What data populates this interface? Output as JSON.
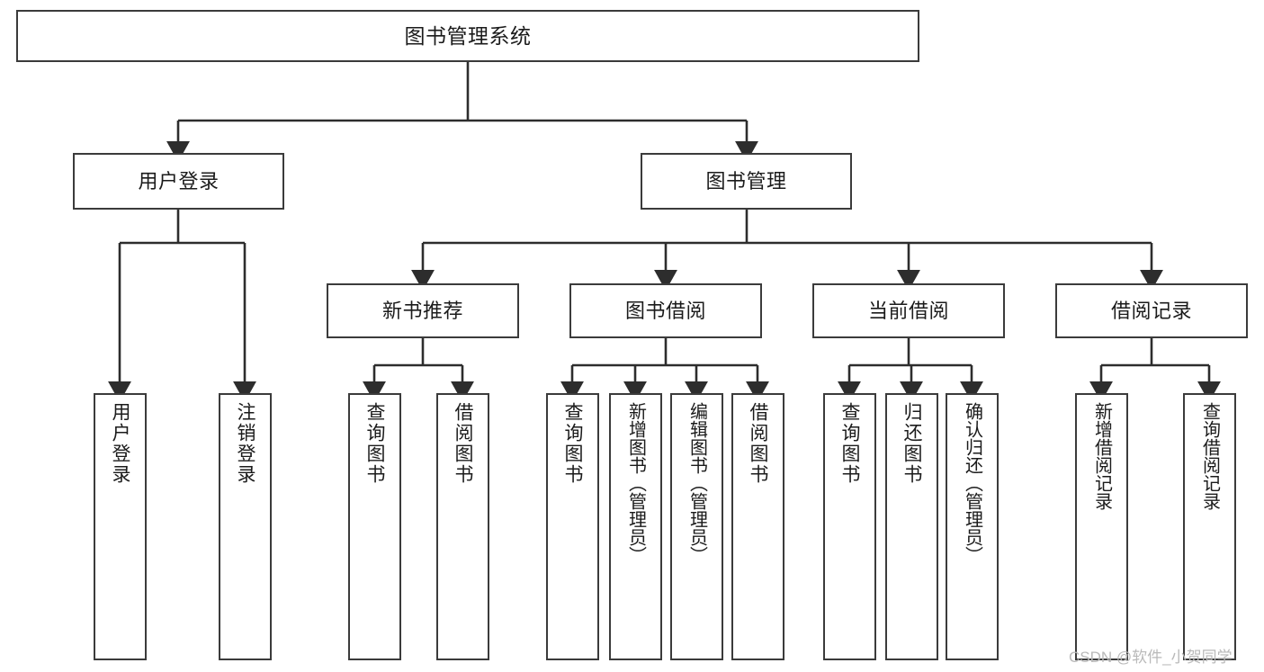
{
  "diagram": {
    "title": "图书管理系统",
    "type": "tree-hierarchy-chart",
    "orientation": "top-down",
    "colors": {
      "background": "#ffffff",
      "node_border": "#3b3b3b",
      "node_fill": "#ffffff",
      "edge": "#2d2d2d",
      "text": "#1b1b1b",
      "watermark": "#b9b9b9"
    }
  },
  "nodes": {
    "root": {
      "label": "图书管理系统"
    },
    "level1": [
      {
        "id": "user-login",
        "label": "用户登录"
      },
      {
        "id": "book-management",
        "label": "图书管理"
      }
    ],
    "level2": [
      {
        "id": "new-book-recommend",
        "label": "新书推荐"
      },
      {
        "id": "book-borrow",
        "label": "图书借阅"
      },
      {
        "id": "current-borrow",
        "label": "当前借阅"
      },
      {
        "id": "borrow-record",
        "label": "借阅记录"
      }
    ],
    "leaves": {
      "user-login": [
        {
          "id": "leaf-user-login",
          "label": "用户登录"
        },
        {
          "id": "leaf-user-logout",
          "label": "注销登录"
        }
      ],
      "new-book-recommend": [
        {
          "id": "leaf-query-book-1",
          "label": "查询图书"
        },
        {
          "id": "leaf-borrow-book-1",
          "label": "借阅图书"
        }
      ],
      "book-borrow": [
        {
          "id": "leaf-query-book-2",
          "label": "查询图书"
        },
        {
          "id": "leaf-add-book",
          "label": "新增图书（管理员）"
        },
        {
          "id": "leaf-edit-book",
          "label": "编辑图书（管理员）"
        },
        {
          "id": "leaf-borrow-book-2",
          "label": "借阅图书"
        }
      ],
      "current-borrow": [
        {
          "id": "leaf-query-book-3",
          "label": "查询图书"
        },
        {
          "id": "leaf-return-book",
          "label": "归还图书"
        },
        {
          "id": "leaf-confirm-return",
          "label": "确认归还（管理员）"
        }
      ],
      "borrow-record": [
        {
          "id": "leaf-add-record",
          "label": "新增借阅记录"
        },
        {
          "id": "leaf-query-record",
          "label": "查询借阅记录"
        }
      ]
    }
  },
  "watermark": {
    "text": "CSDN @软件_小贺同学"
  }
}
